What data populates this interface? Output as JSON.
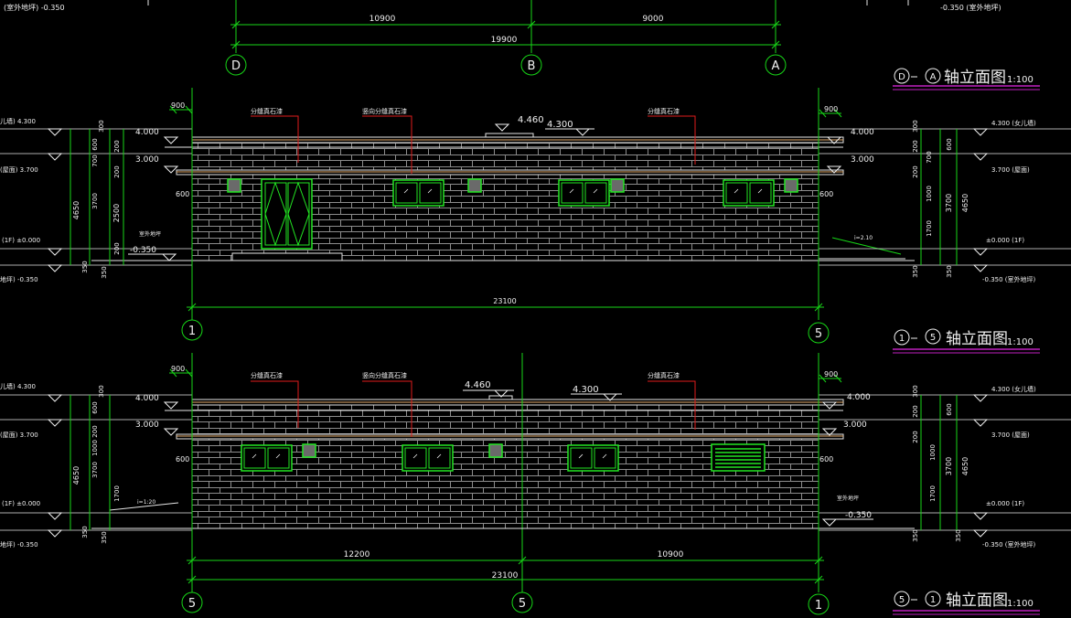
{
  "colors": {
    "background": "#000000",
    "dim_green": "#17d617",
    "window_green": "#22e622",
    "wall_gray": "#8c8c8c",
    "edge_white": "#e6e6e6",
    "leader_red": "#e01b1b",
    "title_magenta": "#c020c0",
    "text_white": "#f0f0f0"
  },
  "top": {
    "left_note": "(室外地坪) -0.350",
    "right_note": "-0.350  (室外地坪)",
    "dims": [
      "10900",
      "9000",
      "19900"
    ],
    "axes": [
      "D",
      "B",
      "A"
    ]
  },
  "elevations": [
    {
      "id": "elev-1",
      "title_a": "D",
      "title_b": "A",
      "title_text": "轴立面图",
      "scale": "1:100",
      "top_dim": "900",
      "right_top_dim": "900",
      "notes": [
        "分缝真石漆",
        "竖向分缝真石漆",
        "分缝真石漆"
      ],
      "peak_level": "4.460",
      "roof_level": "4.300",
      "left_levels": [
        "4.000",
        "3.000",
        "600",
        "-0.350"
      ],
      "right_levels": [
        "4.000",
        "3.000",
        "600"
      ],
      "left_outer": [
        "儿墙) 4.300",
        "(屋面) 3.700",
        "(1F)  ±0.000",
        "地坪) -0.350"
      ],
      "left_dims_a": [
        "300",
        "600",
        "700",
        "3700",
        "2500",
        "200",
        "350"
      ],
      "left_dims_b": [
        "200",
        "200",
        "4650",
        "350"
      ],
      "right_outer": [
        "4.300  (女儿墙)",
        "3.700  (屋面)",
        "±0.000  (1F)",
        "-0.350  (室外地坪)"
      ],
      "right_dims_a": [
        "300",
        "200",
        "200",
        "3700",
        "1700",
        "350"
      ],
      "right_dims_b": [
        "600",
        "700",
        "1000",
        "3700",
        "4650",
        "350"
      ],
      "ground_note": "室外地坪",
      "slope_note": "i=2.10",
      "bottom_dim": "23100",
      "axes": [
        "1",
        "5"
      ]
    },
    {
      "id": "elev-2",
      "title_a": "5",
      "title_b": "1",
      "title_text": "轴立面图",
      "scale": "1:100",
      "top_dim": "900",
      "right_top_dim": "900",
      "notes": [
        "分缝真石漆",
        "竖向分缝真石漆",
        "分缝真石漆"
      ],
      "peak_level": "4.460",
      "roof_level": "4.300",
      "left_levels": [
        "4.000",
        "3.000",
        "600"
      ],
      "right_levels": [
        "4.000",
        "3.000",
        "600",
        "-0.350"
      ],
      "left_outer": [
        "儿墙) 4.300",
        "(屋面) 3.700",
        "(1F)  ±0.000",
        "地坪) -0.350"
      ],
      "left_dims_a": [
        "300",
        "600",
        "200",
        "1000",
        "3700",
        "1700",
        "350"
      ],
      "left_dims_b": [
        "4650",
        "350"
      ],
      "right_outer": [
        "4.300  (女儿墙)",
        "3.700  (屋面)",
        "±0.000  (1F)",
        "-0.350  (室外地坪)"
      ],
      "right_dims_a": [
        "300",
        "200",
        "200",
        "3700",
        "1700",
        "350"
      ],
      "right_dims_b": [
        "600",
        "1000",
        "3700",
        "4650",
        "350"
      ],
      "ground_note": "室外地坪",
      "slope_note": "i=1:20",
      "bottom_dims": [
        "12200",
        "10900"
      ],
      "bottom_dim": "23100",
      "axes": [
        "5",
        "5",
        "1"
      ]
    }
  ]
}
